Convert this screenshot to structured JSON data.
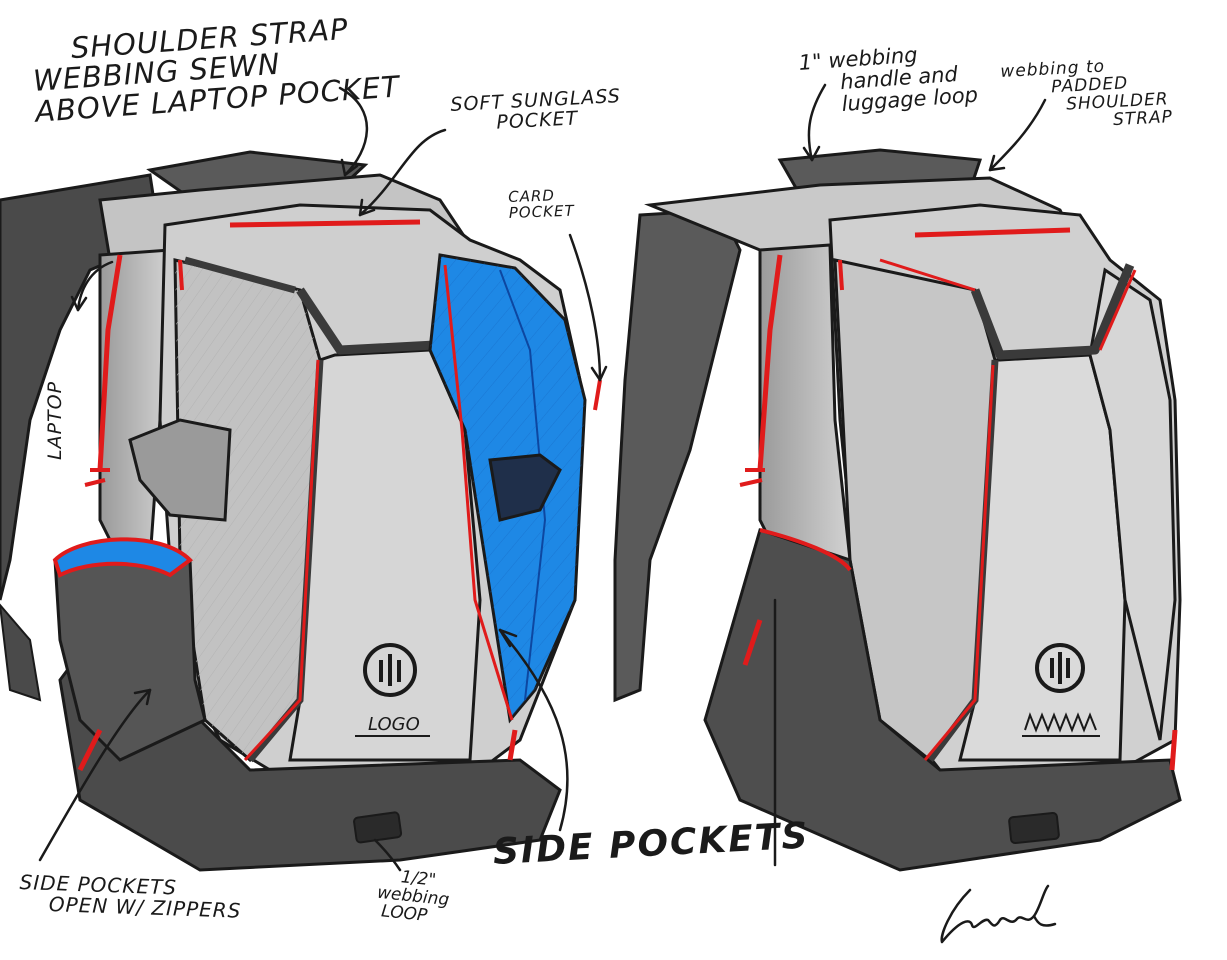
{
  "colors": {
    "body_light": "#c9c9c9",
    "body_mid": "#9b9b9b",
    "body_dark": "#4a4a4a",
    "zipper_red": "#e01b1b",
    "pocket_blue": "#1e88e5",
    "ink": "#1a1a1a"
  },
  "annotations": {
    "shoulder_strap": [
      "SHOULDER STRAP",
      "WEBBING SEWN",
      "ABOVE LAPTOP POCKET"
    ],
    "sunglass": [
      "SOFT SUNGLASS",
      "POCKET"
    ],
    "card": [
      "CARD",
      "POCKET"
    ],
    "laptop": "LAPTOP",
    "logo": "LOGO",
    "side_open": [
      "SIDE POCKETS",
      "OPEN W/ ZIPPERS"
    ],
    "half_webbing": [
      "1/2\"",
      "webbing",
      "LOOP"
    ],
    "side_pockets": "SIDE POCKETS",
    "handle": [
      "1\" webbing",
      "handle and",
      "luggage loop"
    ],
    "padded": [
      "webbing to",
      "PADDED",
      "SHOULDER",
      "STRAP"
    ]
  }
}
